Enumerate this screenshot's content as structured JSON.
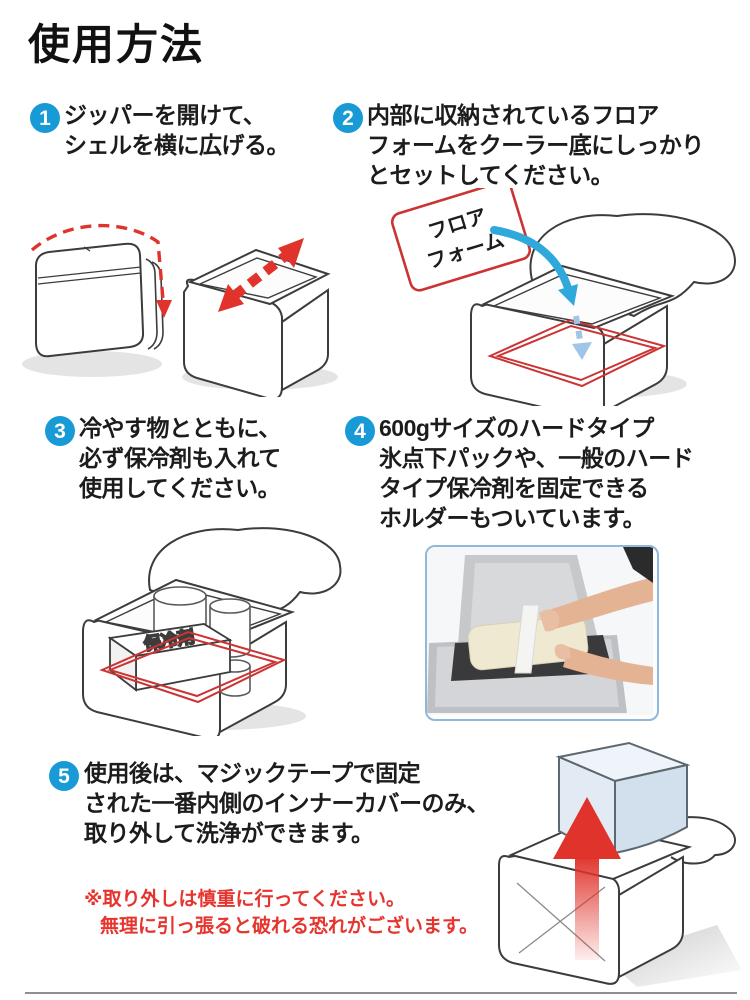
{
  "page": {
    "title": "使用方法"
  },
  "steps": [
    {
      "num": "1",
      "lines": [
        "ジッパーを開けて、",
        "シェルを横に広げる。"
      ]
    },
    {
      "num": "2",
      "lines": [
        "内部に収納されているフロア",
        "フォームをクーラー底にしっかり",
        "とセットしてください。"
      ]
    },
    {
      "num": "3",
      "lines": [
        "冷やす物とともに、",
        "必ず保冷剤も入れて",
        "使用してください。"
      ]
    },
    {
      "num": "4",
      "lines": [
        "600gサイズのハードタイプ",
        "氷点下パックや、一般のハード",
        "タイプ保冷剤を固定できる",
        "ホルダーもついています。"
      ]
    },
    {
      "num": "5",
      "lines": [
        "使用後は、マジックテープで固定",
        "された一番内側のインナーカバーのみ、",
        "取り外して洗浄ができます。"
      ]
    }
  ],
  "illustration_labels": {
    "floor_foam_line1": "フロア",
    "floor_foam_line2": "フォーム",
    "ice_pack": "保冷剤"
  },
  "note": {
    "lines": [
      "※取り外しは慎重に行ってください。",
      "無理に引っ張ると破れる恐れがございます。"
    ]
  },
  "colors": {
    "step_circle_blue": "#189ad6",
    "arrow_red": "#e0332c",
    "outline_red": "#cc3333",
    "note_red": "#e6342e",
    "arrow_blue": "#2fa8dc",
    "photo_border_blue": "#8fb8dc"
  }
}
